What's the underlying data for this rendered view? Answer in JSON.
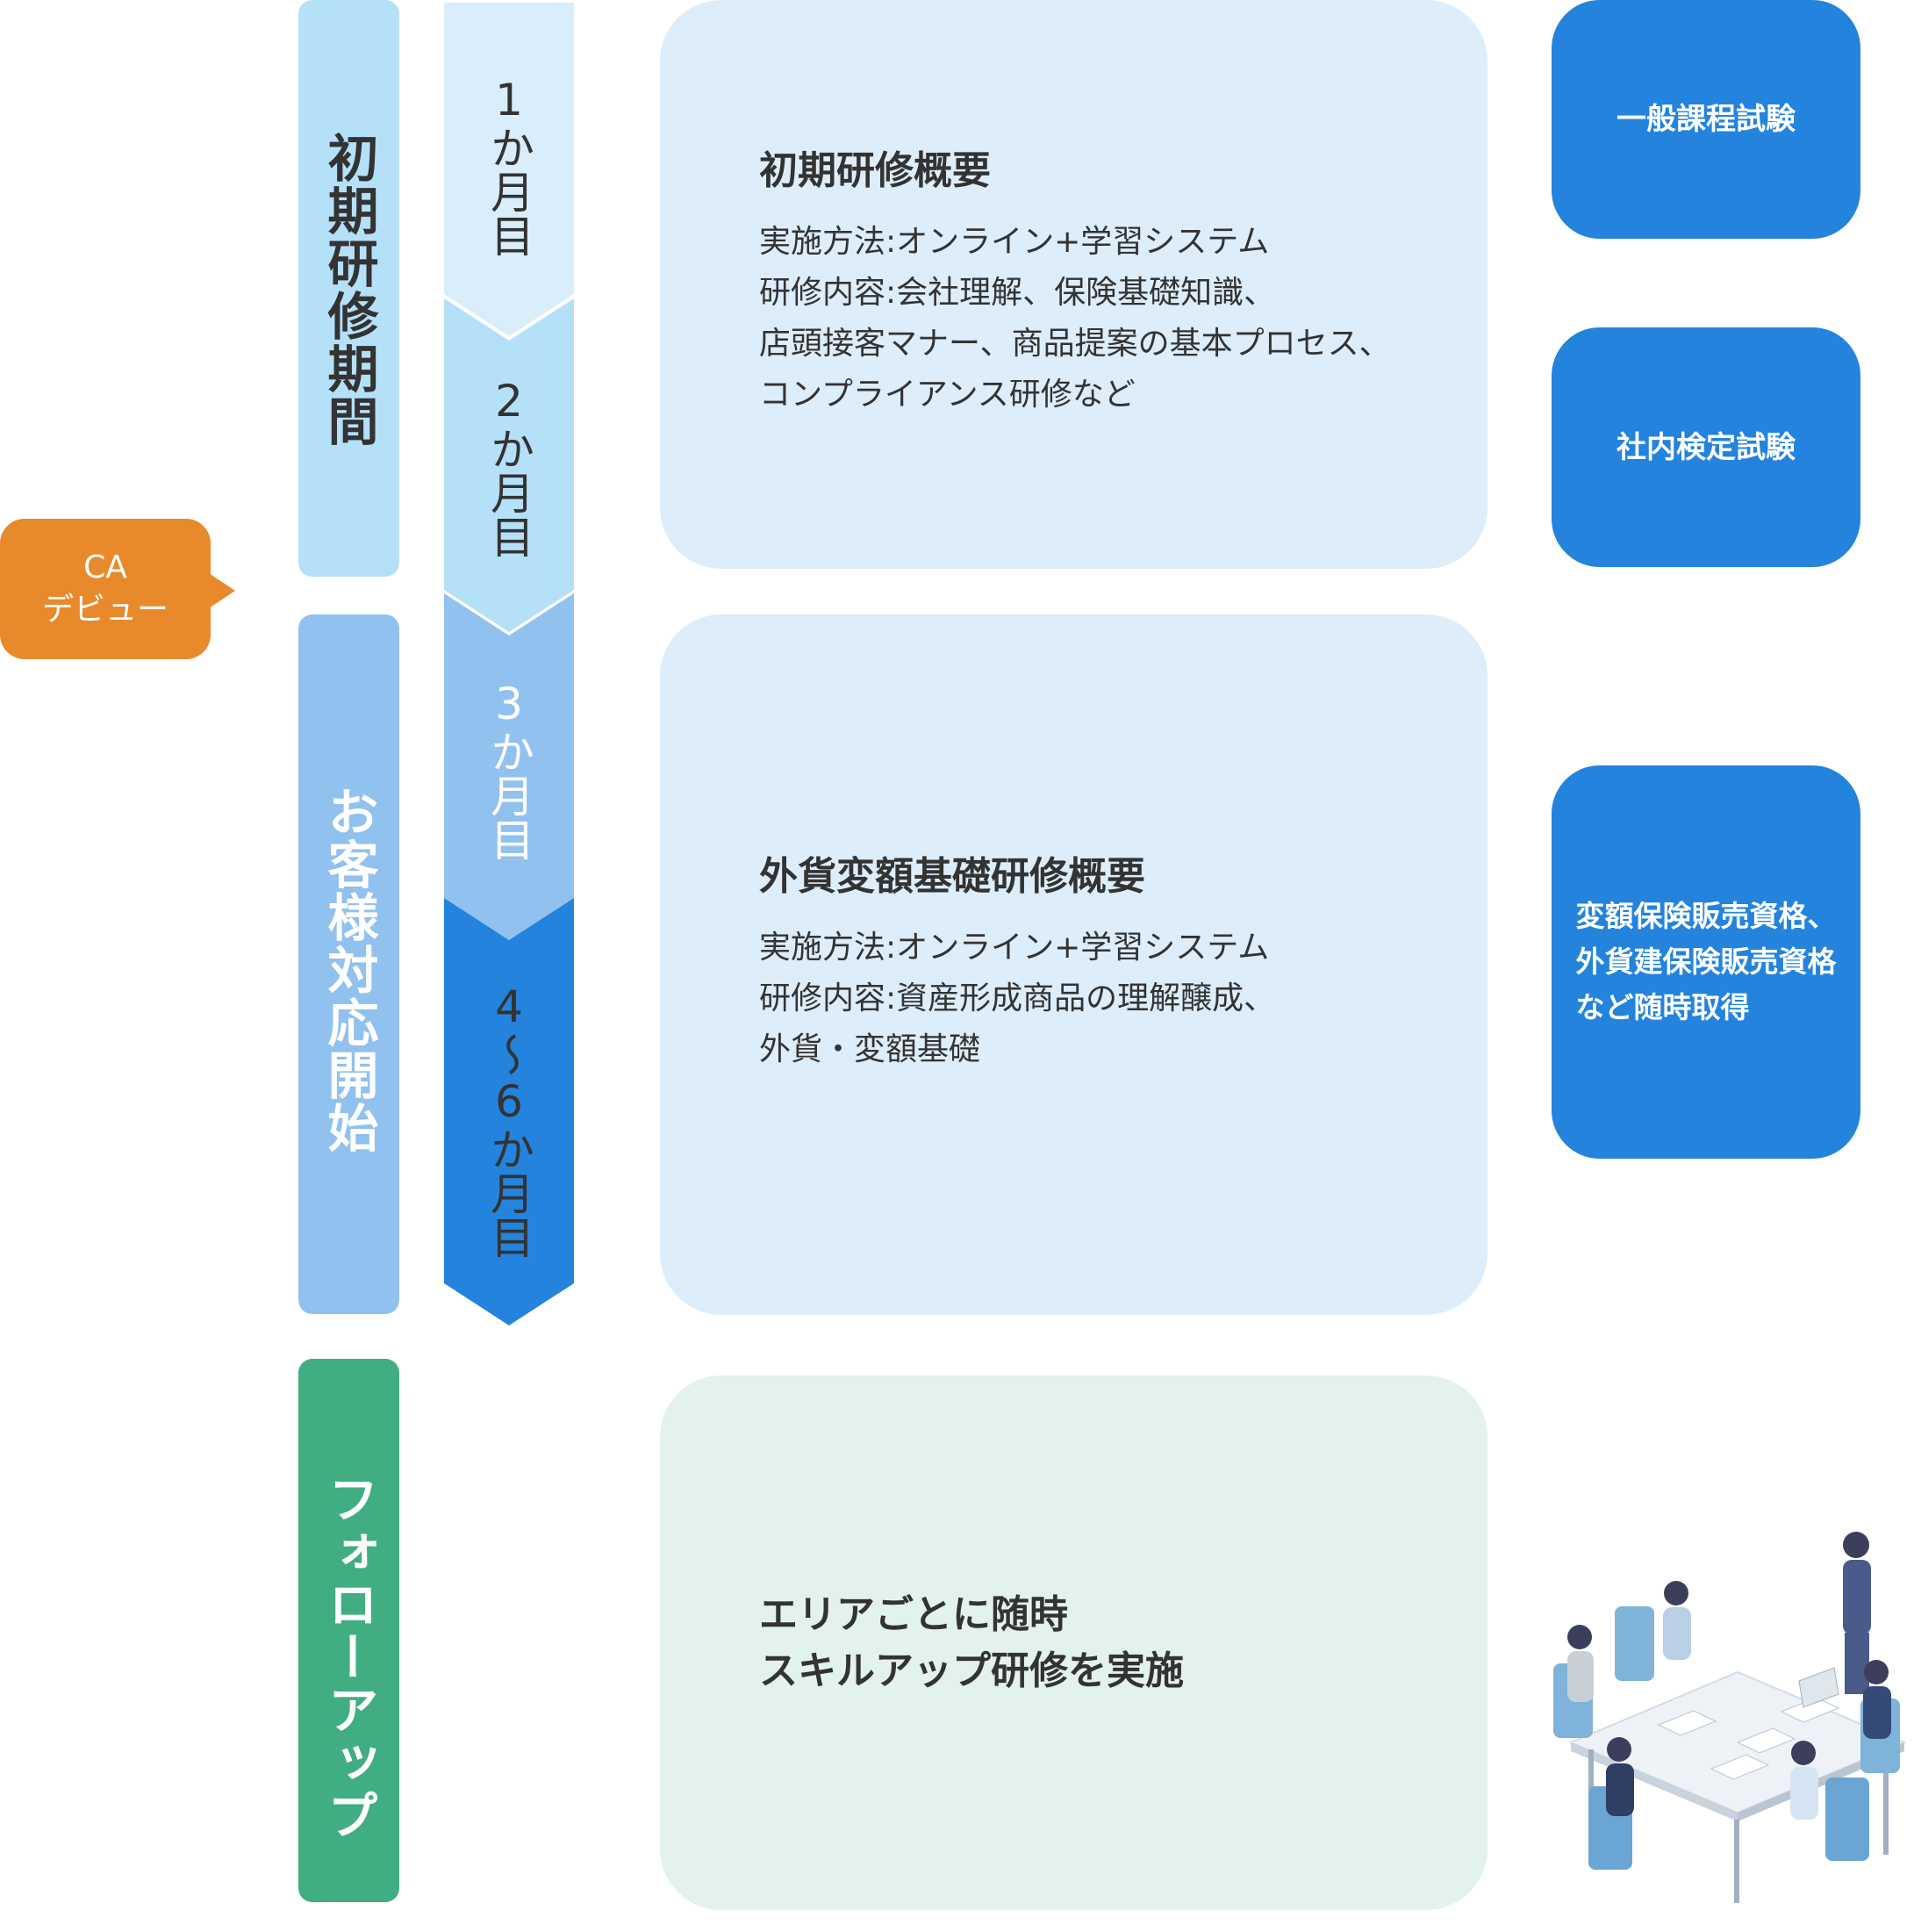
{
  "ca_debut": {
    "line1": "CA",
    "line2": "デビュー"
  },
  "phases": [
    {
      "label": "初期研修期間"
    },
    {
      "label": "お客様対応開始"
    },
    {
      "label": "フォローアップ"
    }
  ],
  "months": [
    {
      "label": "1か月目"
    },
    {
      "label": "2か月目"
    },
    {
      "label": "3か月目"
    },
    {
      "label": "4〜6か月目"
    }
  ],
  "cards": {
    "initial": {
      "title": "初期研修概要",
      "lines": [
        "実施方法:オンライン+学習システム",
        "研修内容:会社理解、保険基礎知識、",
        "店頭接客マナー、商品提案の基本プロセス、",
        "コンプライアンス研修など"
      ]
    },
    "foreign": {
      "title": "外貨変額基礎研修概要",
      "lines": [
        "実施方法:オンライン+学習システム",
        "研修内容:資産形成商品の理解醸成、",
        "外貨・変額基礎"
      ]
    },
    "followup": {
      "lines": [
        "エリアごとに随時",
        "スキルアップ研修を実施"
      ]
    }
  },
  "exams": [
    {
      "lines": [
        "一般課程試験"
      ]
    },
    {
      "lines": [
        "社内検定試験"
      ]
    },
    {
      "lines": [
        "変額保険販売資格、",
        "外貨建保険販売資格",
        "など随時取得"
      ]
    }
  ],
  "colors": {
    "phase_initial": "#b4e0f8",
    "phase_customer": "#91c1ee",
    "phase_followup": "#40ae80",
    "month_1": "#d9edfa",
    "month_2": "#b4e0f8",
    "month_3": "#91c1ee",
    "month_4_6": "#2383dd",
    "card_blue": "#ddedfa",
    "card_green": "#e3f2eb",
    "exam": "#2383dd",
    "ca_debut": "#e88a2b"
  }
}
